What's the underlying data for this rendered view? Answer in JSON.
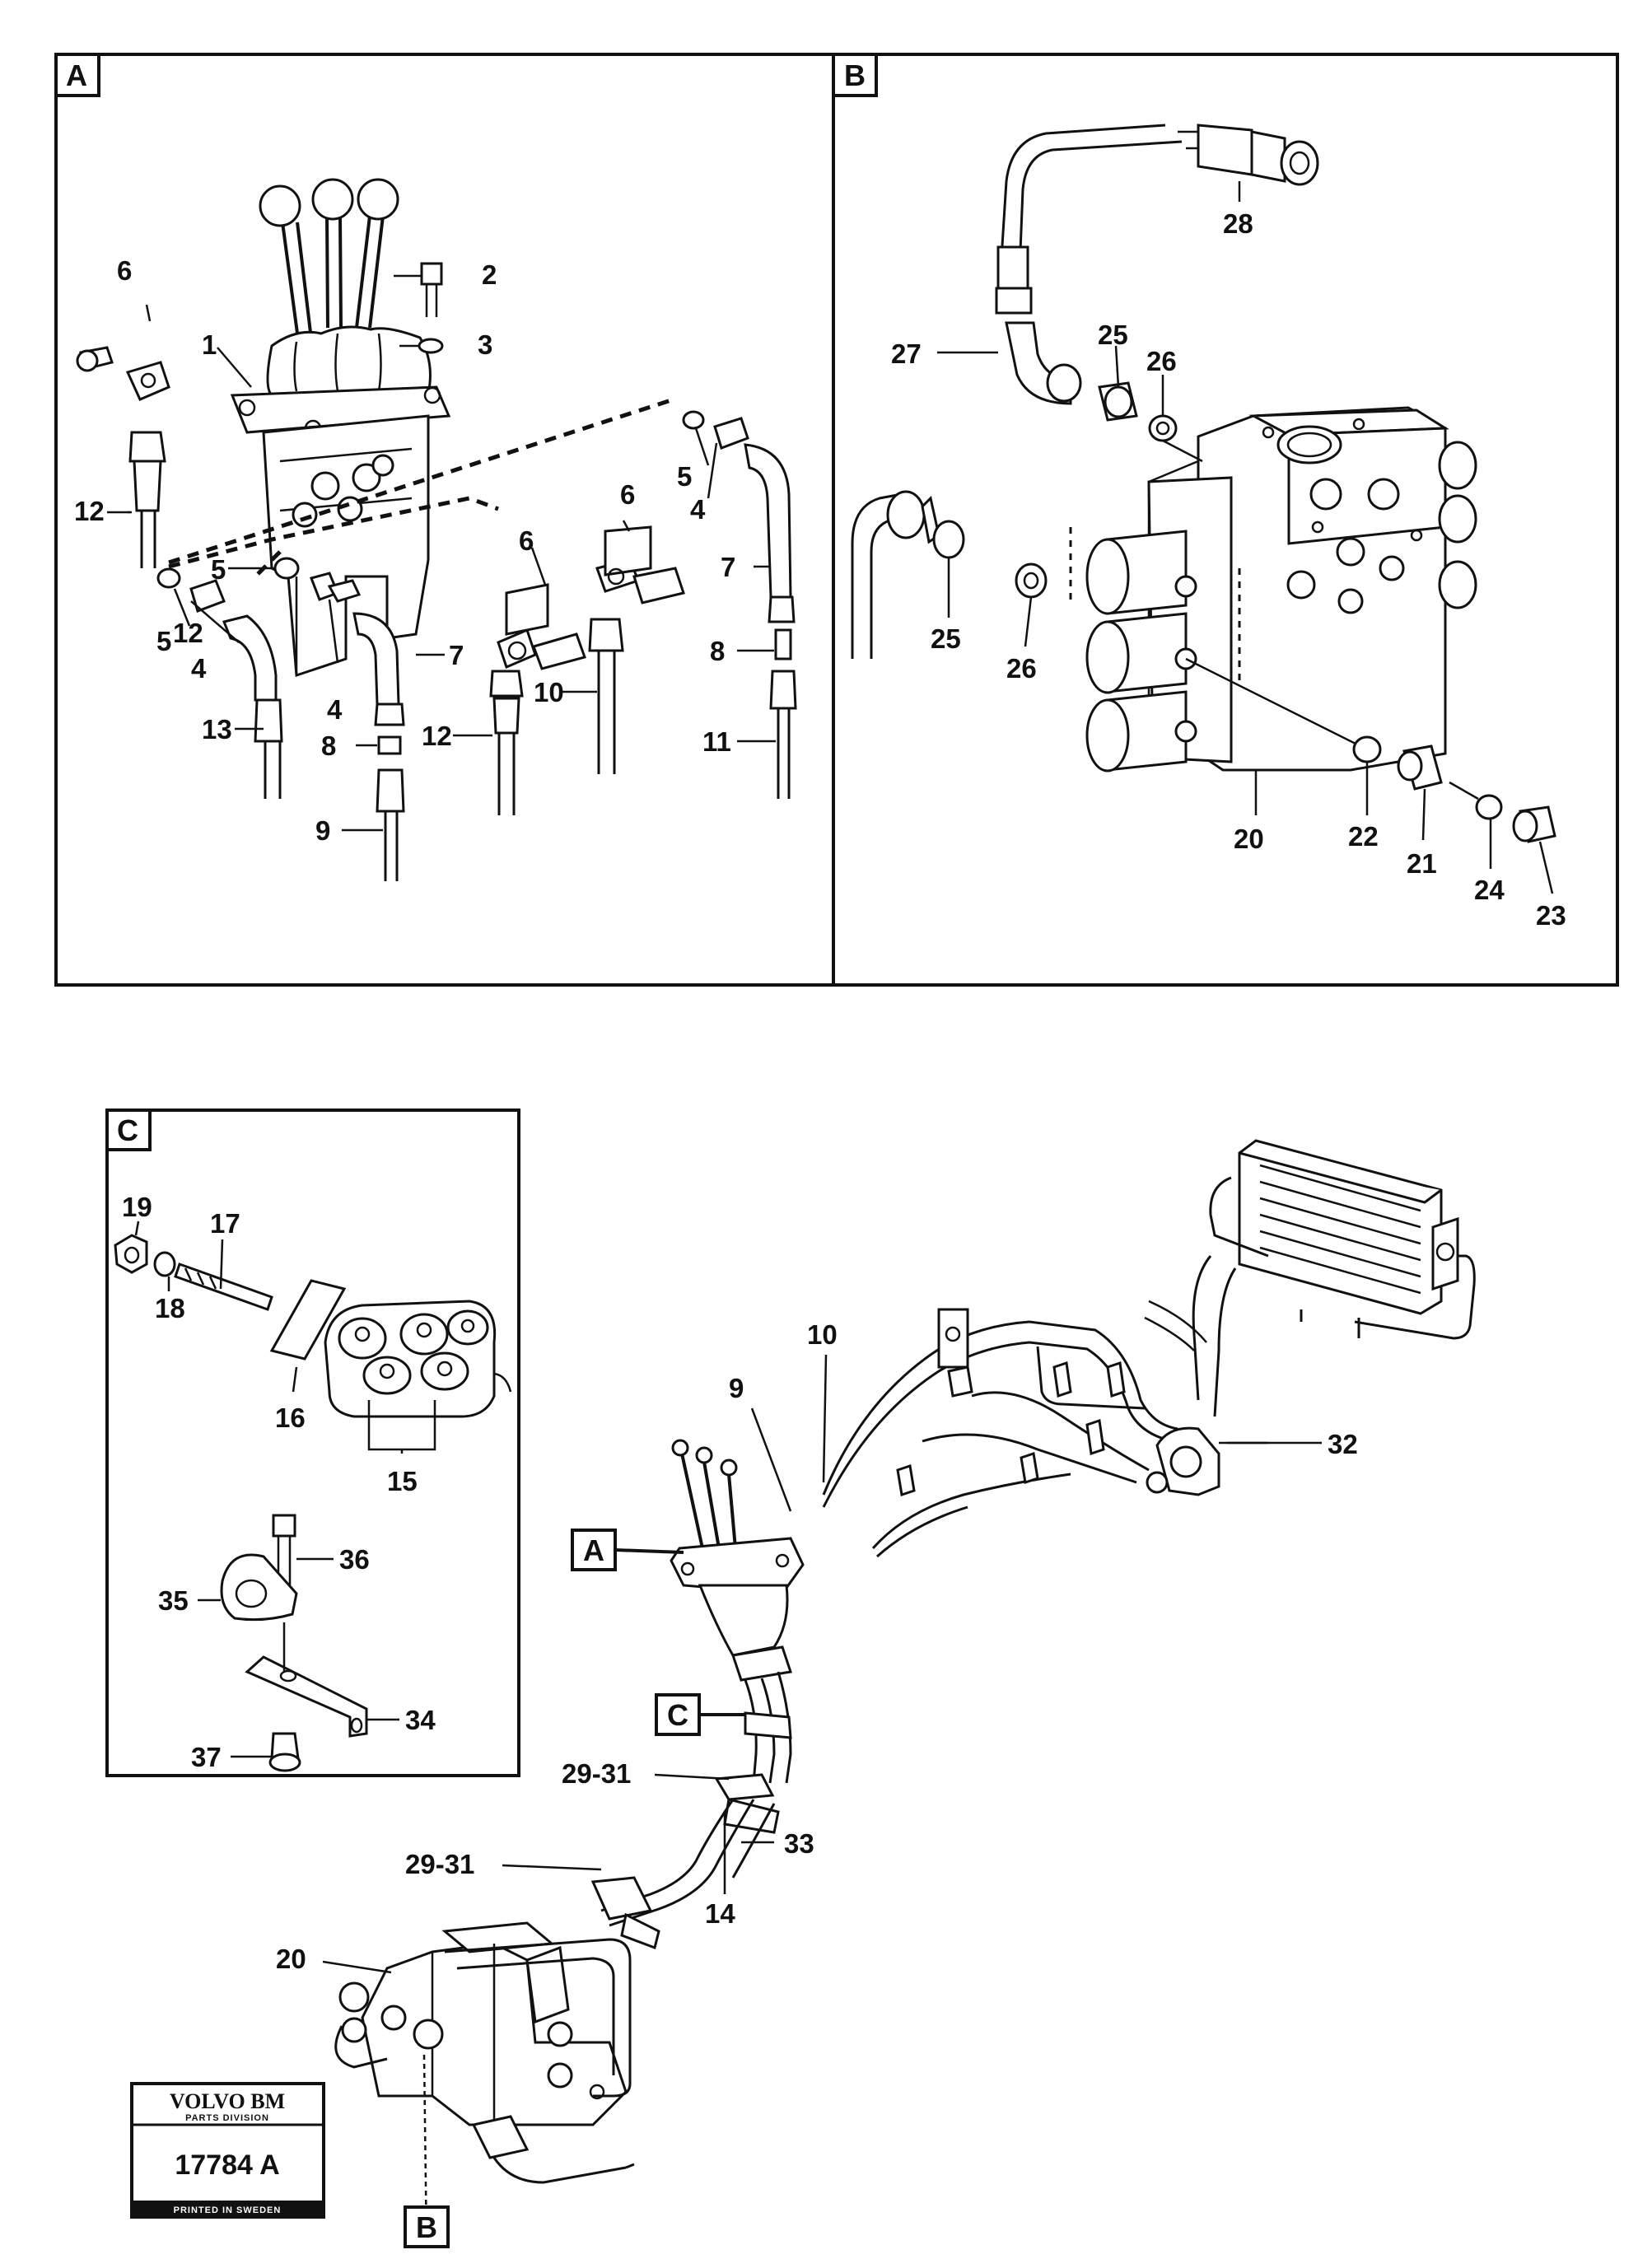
{
  "panels": {
    "a": "A",
    "b": "B",
    "c": "C"
  },
  "callouts": {
    "a": [
      "1",
      "2",
      "3",
      "4",
      "4",
      "4",
      "5",
      "5",
      "5",
      "6",
      "6",
      "6",
      "7",
      "7",
      "8",
      "8",
      "9",
      "10",
      "11",
      "12",
      "12",
      "12",
      "13"
    ],
    "b": [
      "20",
      "21",
      "22",
      "23",
      "24",
      "25",
      "25",
      "26",
      "26",
      "27",
      "28"
    ],
    "c": [
      "15",
      "16",
      "17",
      "18",
      "19",
      "34",
      "35",
      "36",
      "37"
    ],
    "overview": [
      "9",
      "10",
      "32",
      "29-31",
      "29-31",
      "33",
      "14",
      "20"
    ]
  },
  "markers": {
    "a": "A",
    "c": "C",
    "b": "B"
  },
  "logo": {
    "brand": "VOLVO BM",
    "division": "PARTS DIVISION",
    "number": "17784 A",
    "printed": "PRINTED IN SWEDEN"
  }
}
